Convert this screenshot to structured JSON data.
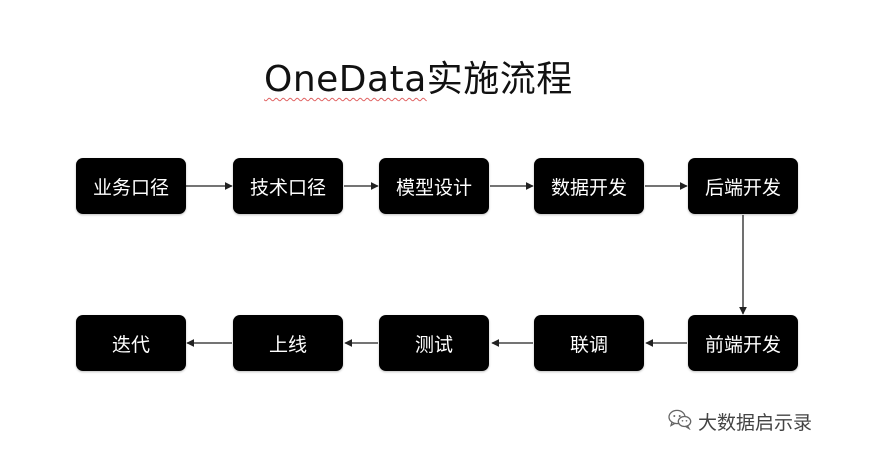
{
  "title_latin": "OneData",
  "title_cjk": "实施流程",
  "steps": [
    "业务口径",
    "技术口径",
    "模型设计",
    "数据开发",
    "后端开发",
    "前端开发",
    "联调",
    "测试",
    "上线",
    "迭代"
  ],
  "watermark": "大数据启示录",
  "icon": "wechat-icon"
}
